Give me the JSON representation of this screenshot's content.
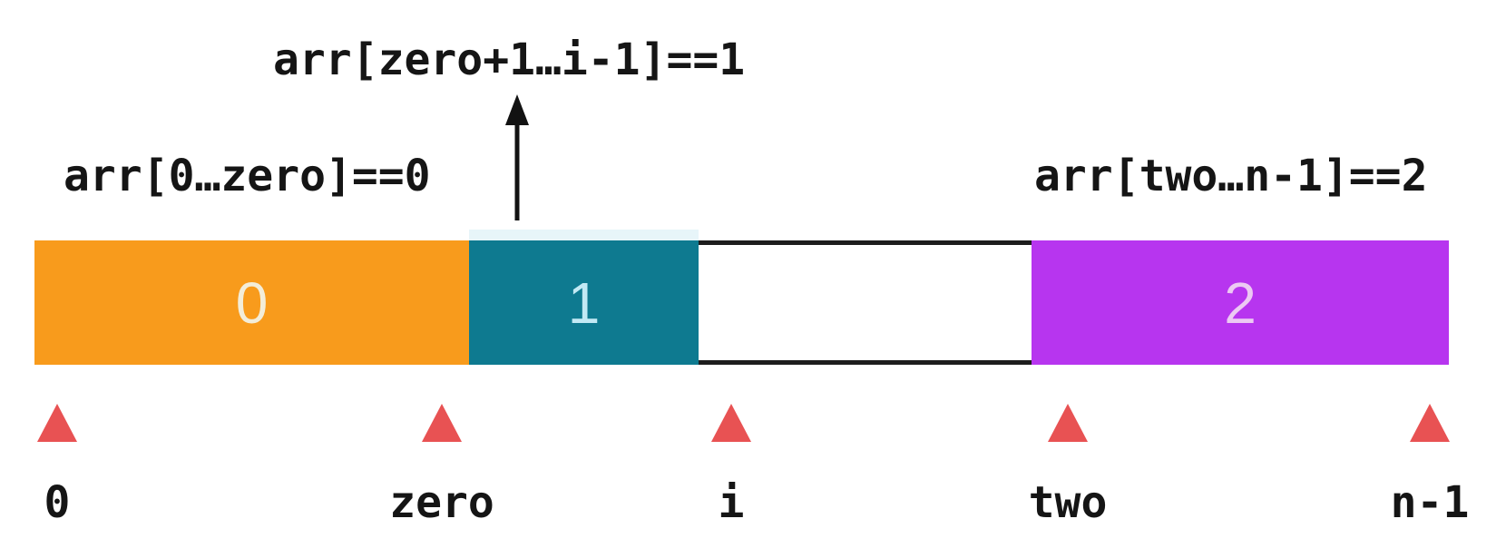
{
  "diagram_type": "dutch-national-flag-array-partition",
  "annotations": {
    "left": "arr[0…zero]==0",
    "middle": "arr[zero+1…i-1]==1",
    "right": "arr[two…n-1]==2"
  },
  "array": {
    "segments": [
      {
        "name": "zeros-region",
        "value": "0",
        "color": "#F89B1C",
        "text_color": "#F3EDD9"
      },
      {
        "name": "ones-region",
        "value": "1",
        "color": "#0E7A90",
        "text_color": "#C2E9F4"
      },
      {
        "name": "unknown-region",
        "value": "",
        "color": "#FFFFFF",
        "text_color": "#000000"
      },
      {
        "name": "twos-region",
        "value": "2",
        "color": "#B735EF",
        "text_color": "#ECC9F3"
      }
    ]
  },
  "pointers": [
    {
      "label": "0"
    },
    {
      "label": "zero"
    },
    {
      "label": "i"
    },
    {
      "label": "two"
    },
    {
      "label": "n-1"
    }
  ],
  "colors": {
    "pointer_marker": "#E85253",
    "arrow": "#121212",
    "text": "#151515"
  }
}
